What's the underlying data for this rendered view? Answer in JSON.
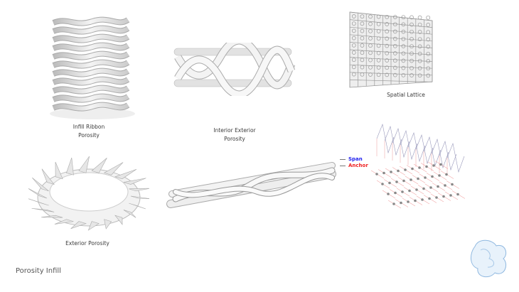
{
  "title": "Porosity Infill",
  "panels": [
    {
      "caption_line1": "Infill Ribbon",
      "caption_line2": "Porosity"
    },
    {
      "caption_line1": "Interior Exterior",
      "caption_line2": "Porosity"
    },
    {
      "caption_line1": "Spatial Lattice"
    },
    {
      "caption_line1": "Exterior Porosity"
    }
  ],
  "legend": [
    {
      "label": "Span",
      "color": "#2222ee"
    },
    {
      "label": "Anchor",
      "color": "#ee2222"
    }
  ]
}
